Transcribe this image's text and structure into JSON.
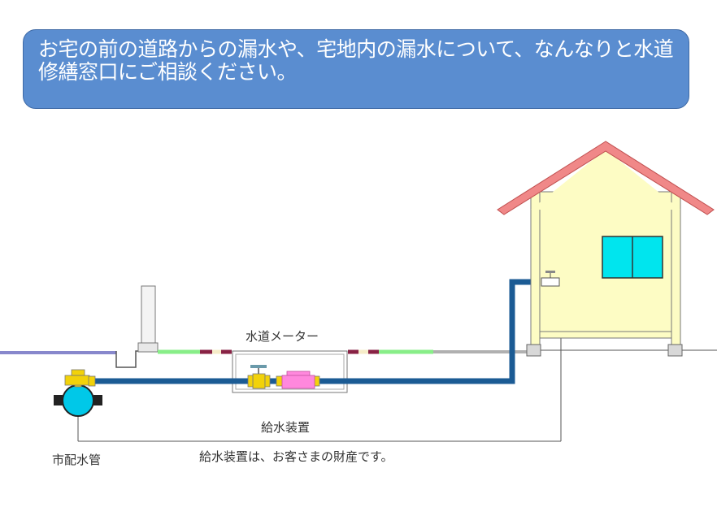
{
  "banner": {
    "text": "お宅の前の道路からの漏水や、宅地内の漏水について、なんなりと水道修繕窓口にご相談ください。"
  },
  "labels": {
    "meter": "水道メーター",
    "supply": "給水装置",
    "main_pipe": "市配水管",
    "note": "給水装置は、お客さまの財産です。"
  },
  "colors": {
    "banner": "#5a8dd0",
    "service_pipe": "#1b5b94",
    "road": "#8888cc",
    "private_ground": "#b0b0b0",
    "meter_body": "#ff88dd",
    "valve": "#f2d20a",
    "main_pipe": "#00c8e8",
    "house_wall": "#fdfcc4",
    "roof": "#f08888",
    "window": "#00e5ee",
    "green_segment": "#88ee88",
    "red_segment": "#882244"
  }
}
